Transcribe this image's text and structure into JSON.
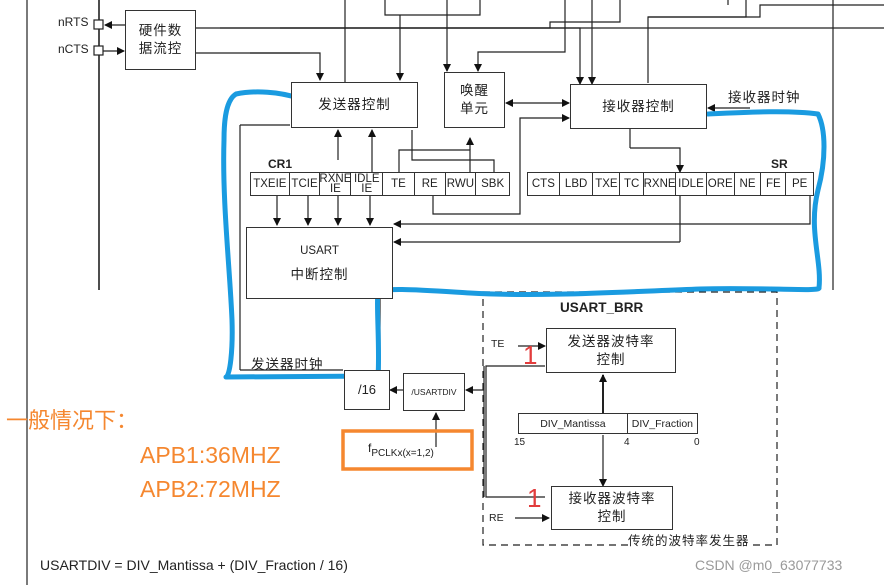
{
  "pins": {
    "nrts": "nRTS",
    "ncts": "nCTS"
  },
  "blocks": {
    "hw_flow": [
      "硬件数",
      "据流控"
    ],
    "tx_control": "发送器控制",
    "wakeup": [
      "唤醒",
      "单元"
    ],
    "rx_control": "接收器控制",
    "interrupt": {
      "line1": "USART",
      "line2": "中断控制"
    },
    "div16": "/16",
    "usartdiv": "/USARTDIV",
    "fpclk": {
      "main": "f",
      "sub": "PCLKx(x=1,2)"
    },
    "tx_baud": [
      "发送器波特率",
      "控制"
    ],
    "rx_baud": [
      "接收器波特率",
      "控制"
    ]
  },
  "labels": {
    "rx_clock": "接收器时钟",
    "tx_clock": "发送器时钟",
    "cr1_title": "CR1",
    "sr_title": "SR",
    "brr_title": "USART_BRR",
    "brr_footer": "传统的波特率发生器",
    "te_input": "TE",
    "re_input": "RE",
    "formula": "USARTDIV = DIV_Mantissa + (DIV_Fraction / 16)",
    "watermark": "CSDN @m0_63077733"
  },
  "cr1_bits": [
    "TXEIE",
    "TCIE",
    "RXNE IE",
    "IDLE IE",
    "TE",
    "RE",
    "RWU",
    "SBK"
  ],
  "sr_bits": [
    "CTS",
    "LBD",
    "TXE",
    "TC",
    "RXNE",
    "IDLE",
    "ORE",
    "NE",
    "FE",
    "PE"
  ],
  "brr_fields": {
    "mantissa": "DIV_Mantissa",
    "fraction": "DIV_Fraction",
    "bit_high": "15",
    "bit_mid": "4",
    "bit_low": "0"
  },
  "annotations": {
    "note_title": "一般情况下：",
    "apb1": "APB1:36MHZ",
    "apb2": "APB2:72MHZ",
    "marker_tx": "1",
    "marker_rx": "1",
    "highlight_blue": "#1a9be0",
    "highlight_orange": "#f5872f",
    "marker_red": "#e23c3c"
  }
}
